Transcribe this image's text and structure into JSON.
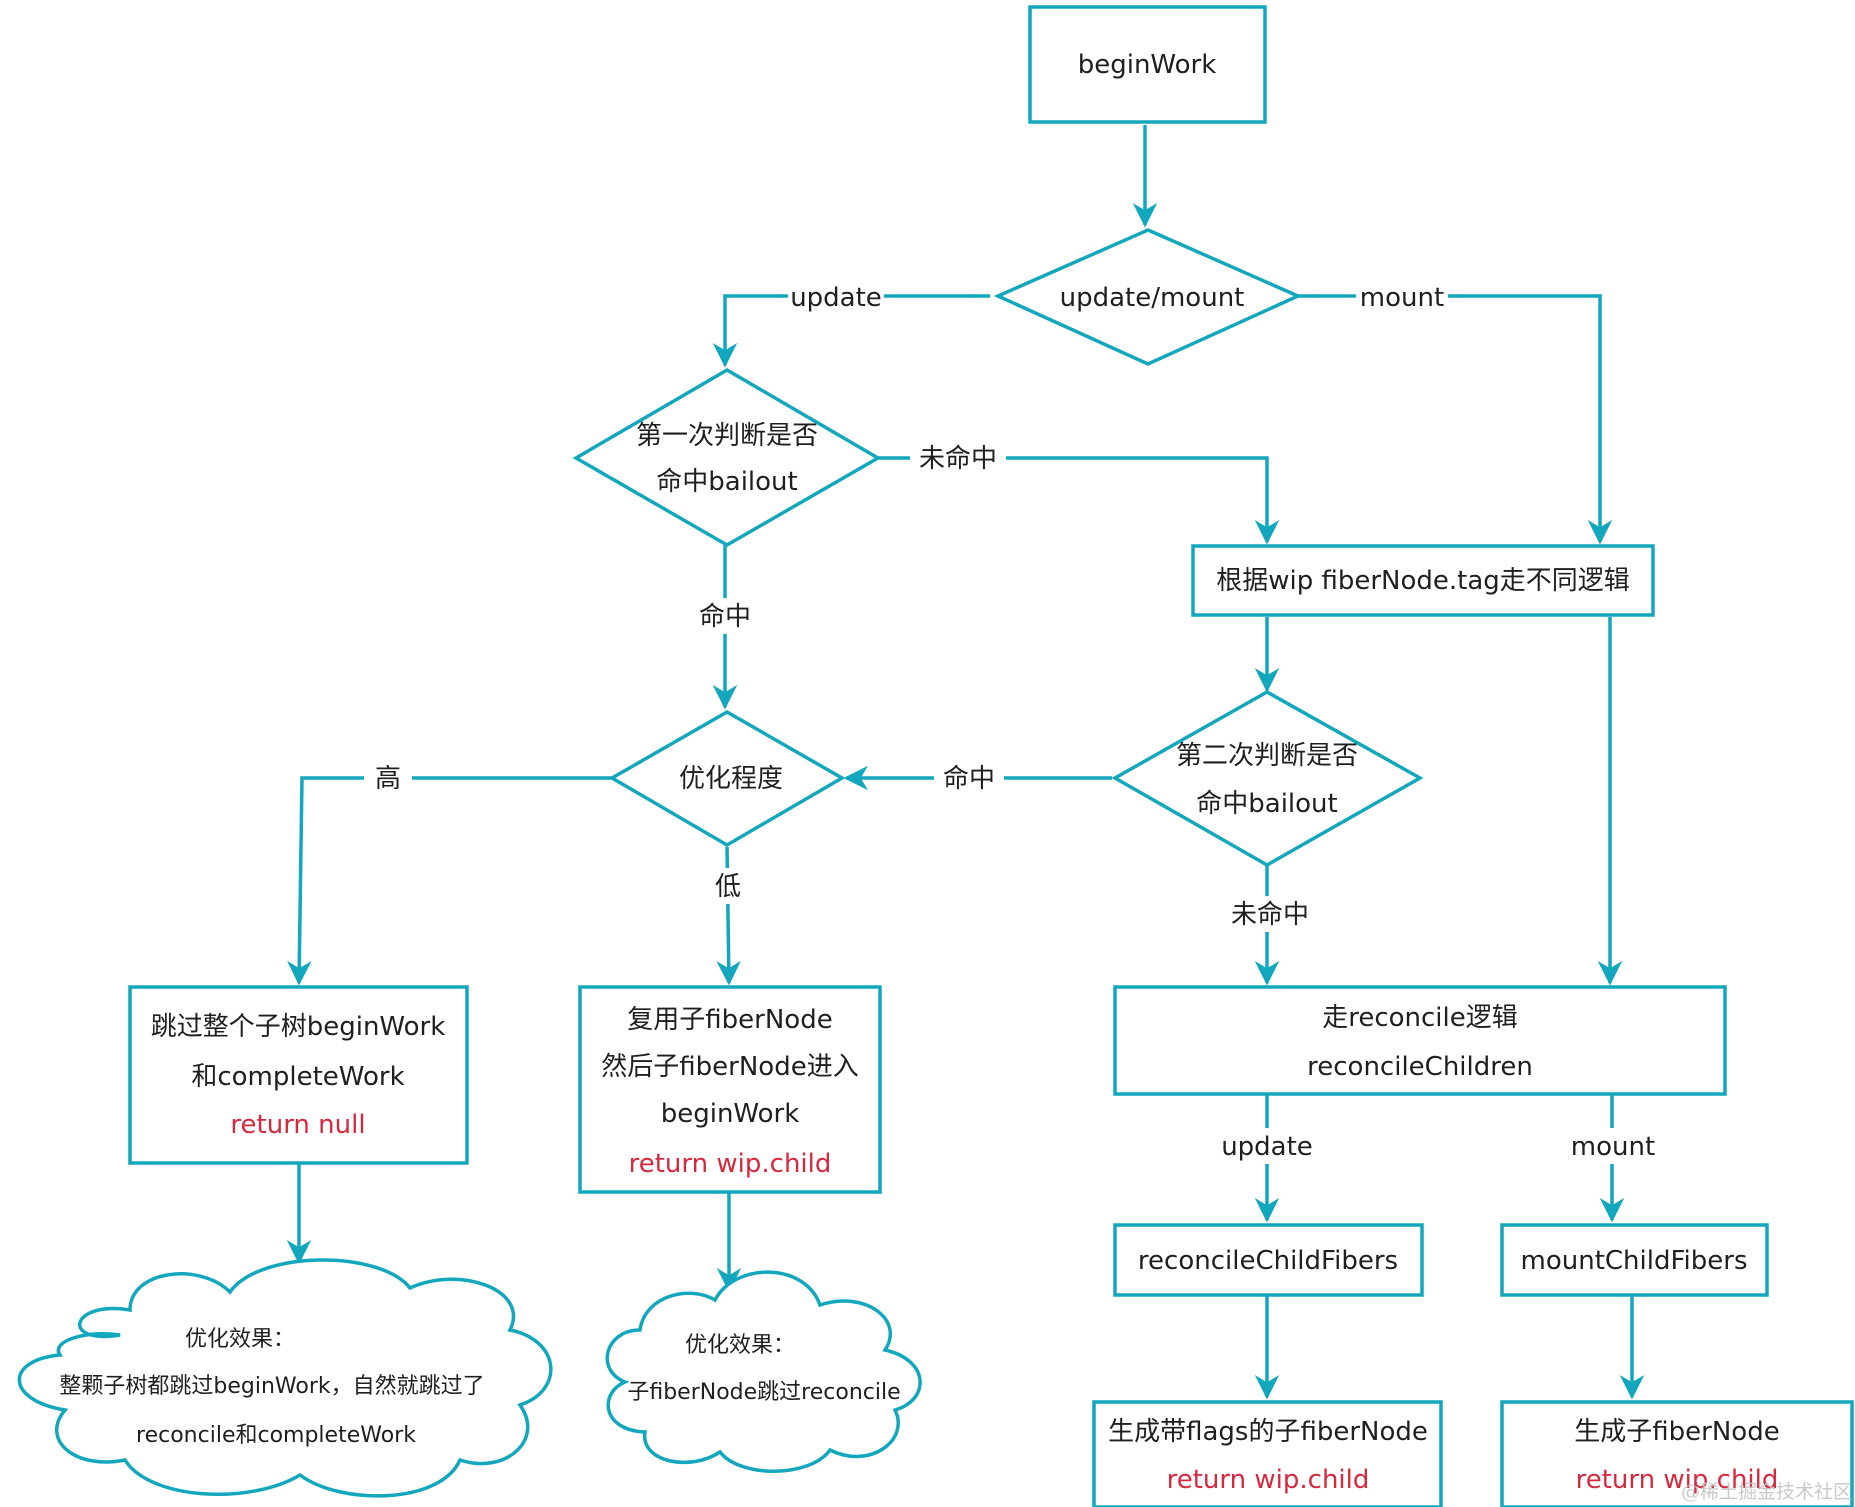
{
  "colors": {
    "stroke": "#12a7bc",
    "text": "#1f1f1f",
    "accent_red": "#d4293f",
    "background": "#ffffff"
  },
  "nodes": {
    "begin_work": "beginWork",
    "update_mount": "update/mount",
    "first_check": [
      "第一次判断是否",
      "命中bailout"
    ],
    "tag_logic": "根据wip fiberNode.tag走不同逻辑",
    "optimize_level": "优化程度",
    "second_check": [
      "第二次判断是否",
      "命中bailout"
    ],
    "skip_subtree": [
      "跳过整个子树beginWork",
      "和completeWork"
    ],
    "skip_subtree_return": "return null",
    "reuse_child": [
      "复用子fiberNode",
      "然后子fiberNode进入",
      "beginWork"
    ],
    "reuse_child_return": "return wip.child",
    "reconcile": [
      "走reconcile逻辑",
      "reconcileChildren"
    ],
    "reconcile_child_fibers": "reconcileChildFibers",
    "mount_child_fibers": "mountChildFibers",
    "gen_flags_child": "生成带flags的子fiberNode",
    "gen_flags_child_return": "return wip.child",
    "gen_child": "生成子fiberNode",
    "gen_child_return": "return wip.child"
  },
  "clouds": {
    "high_effect": [
      "优化效果：",
      "整颗子树都跳过beginWork，自然就跳过了",
      "reconcile和completeWork"
    ],
    "high_effect_emoji": "😄",
    "low_effect": [
      "优化效果：",
      "子fiberNode跳过reconcile"
    ],
    "low_effect_emoji": "😊"
  },
  "edge_labels": {
    "update": "update",
    "mount": "mount",
    "miss_first": "未命中",
    "hit_first": "命中",
    "high": "高",
    "low": "低",
    "hit_second": "命中",
    "miss_second": "未命中",
    "update_bottom": "update",
    "mount_bottom": "mount"
  },
  "watermark": "@稀土掘金技术社区"
}
